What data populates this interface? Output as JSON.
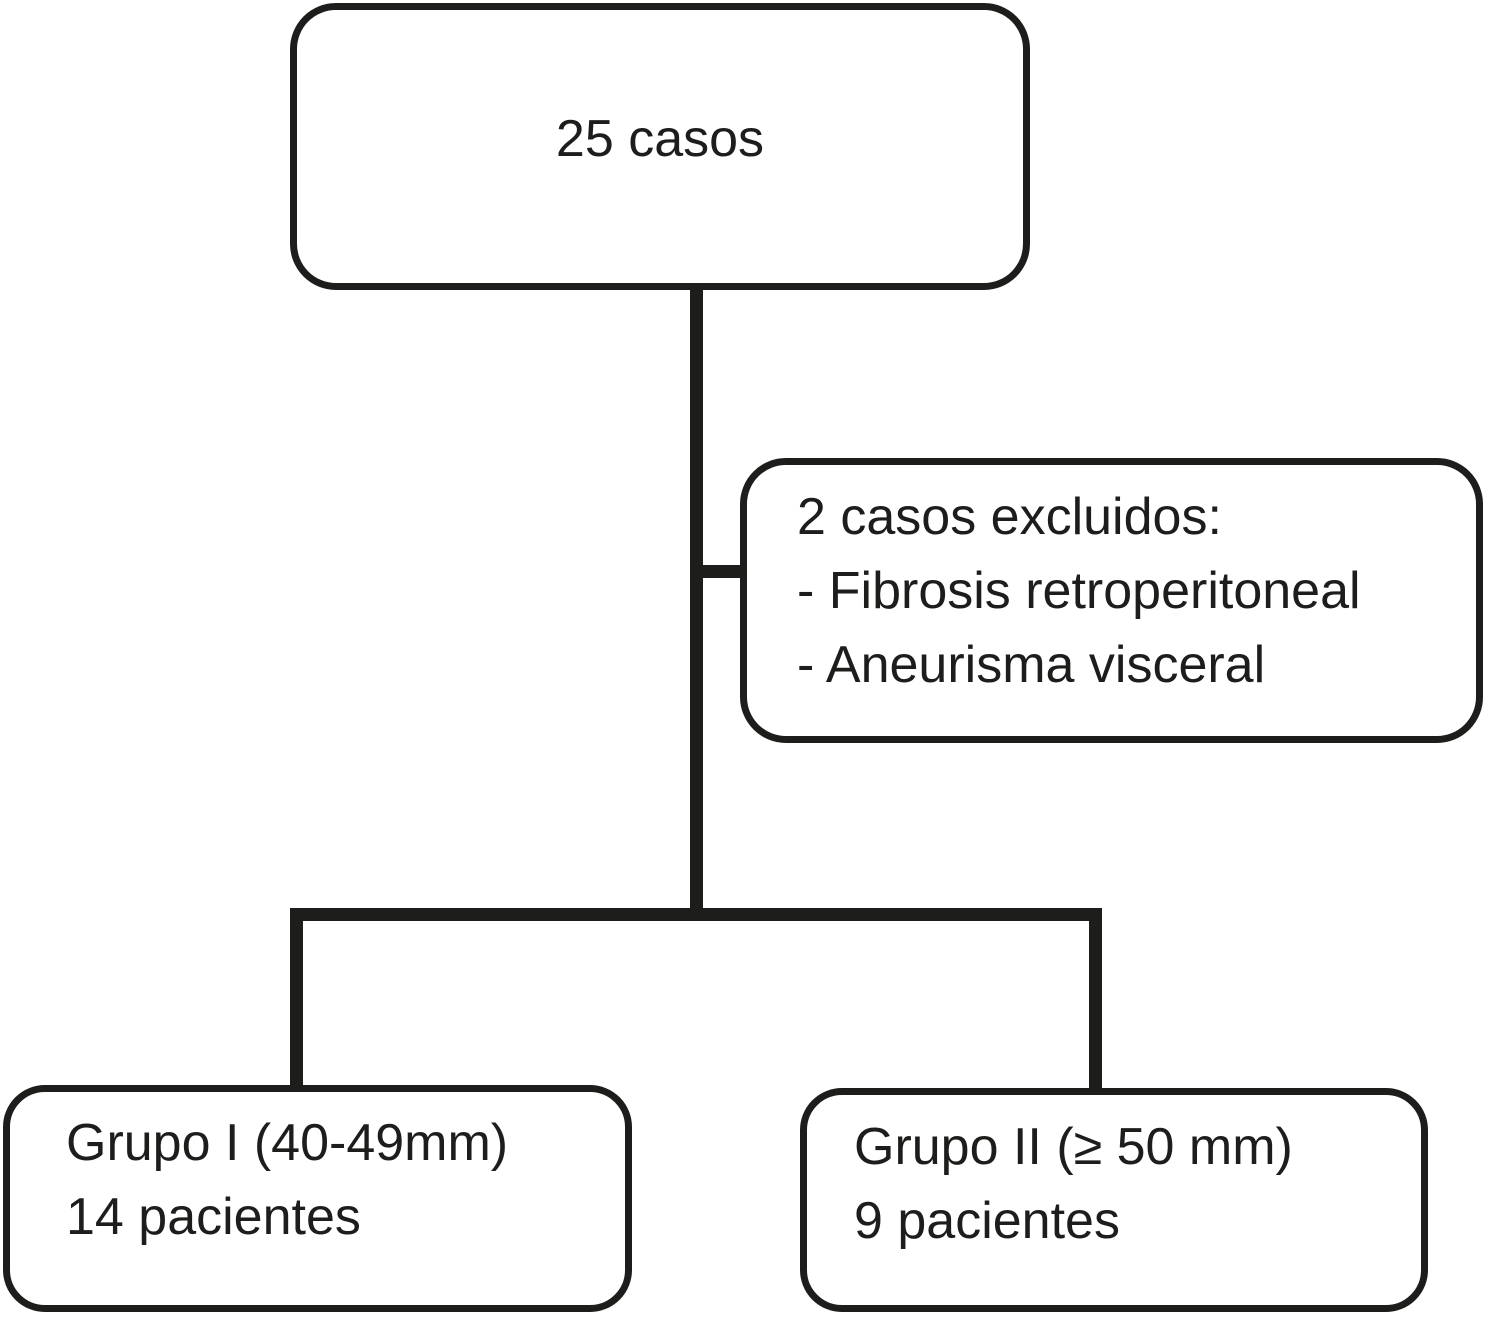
{
  "figure": {
    "background_color": "#ffffff",
    "ink_color": "#1d1d1b",
    "total_box": {
      "label": "25 casos"
    },
    "exclusion_box": {
      "title": "2 casos excluidos:",
      "items": [
        "- Fibrosis retroperitoneal",
        "- Aneurisma visceral"
      ]
    },
    "group1_box": {
      "title": "Grupo I (40-49mm)",
      "subtitle": "14 pacientes"
    },
    "group2_box": {
      "title": "Grupo II (≥ 50 mm)",
      "subtitle": "9 pacientes"
    }
  }
}
